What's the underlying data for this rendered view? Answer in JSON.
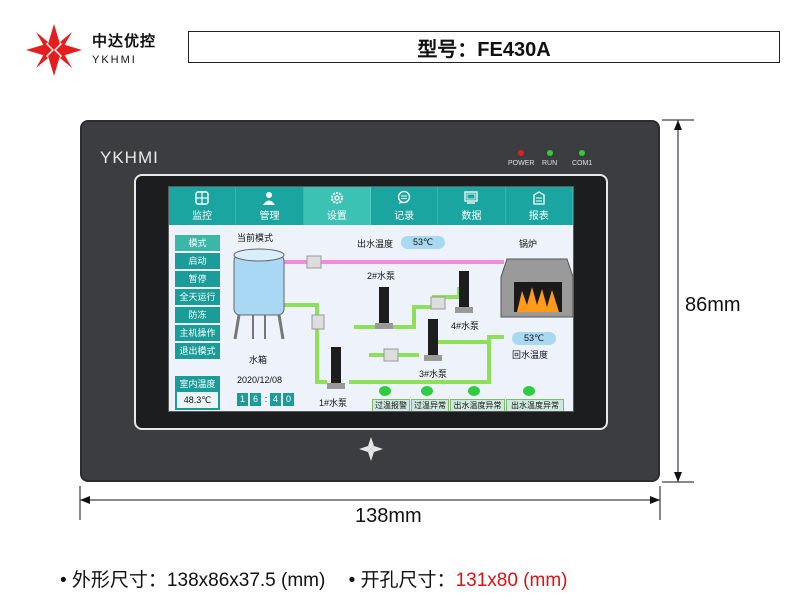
{
  "header": {
    "brand_cn": "中达优控",
    "brand_en": "YKHMI",
    "model_label": "型号：FE430A"
  },
  "device": {
    "brand": "YKHMI",
    "leds": [
      {
        "label": "POWER",
        "color": "#e02020"
      },
      {
        "label": "RUN",
        "color": "#2ecc40"
      },
      {
        "label": "COM1",
        "color": "#2ecc40"
      }
    ]
  },
  "screen": {
    "nav": [
      {
        "label": "监控",
        "icon": "monitor-icon"
      },
      {
        "label": "管理",
        "icon": "user-icon"
      },
      {
        "label": "设置",
        "icon": "gear-icon"
      },
      {
        "label": "记录",
        "icon": "chat-icon"
      },
      {
        "label": "数据",
        "icon": "display-icon"
      },
      {
        "label": "报表",
        "icon": "report-icon"
      }
    ],
    "side_buttons": [
      "模式",
      "启动",
      "暂停",
      "全天运行",
      "防冻",
      "主机操作",
      "退出模式"
    ],
    "room_temp_label": "室内温度",
    "room_temp_value": "48.3℃",
    "current_mode_label": "当前模式",
    "water_tank_label": "水箱",
    "outlet_temp_label": "出水温度",
    "outlet_temp_value": "53℃",
    "boiler_label": "锅炉",
    "return_temp_value": "53℃",
    "return_temp_label": "回水温度",
    "pump1": "1#水泵",
    "pump2": "2#水泵",
    "pump3": "3#水泵",
    "pump4": "4#水泵",
    "date": "2020/12/08",
    "clock": [
      "1",
      "6",
      ":",
      "4",
      "0"
    ],
    "alarms": [
      "过温报警",
      "过温异常",
      "出水温度异常",
      "出水温度异常"
    ]
  },
  "dimensions": {
    "height": "86mm",
    "width": "138mm"
  },
  "footer": {
    "size_label": "• 外形尺寸：138x86x37.5 (mm)",
    "cutout_label": "• 开孔尺寸：",
    "cutout_value": "131x80 (mm)"
  },
  "colors": {
    "nav_teal": "#1ba5a0",
    "pipe_green": "#8ee05a",
    "pipe_pink": "#f08be0",
    "device_body": "#3b3d40",
    "accent_red": "#e01010"
  }
}
